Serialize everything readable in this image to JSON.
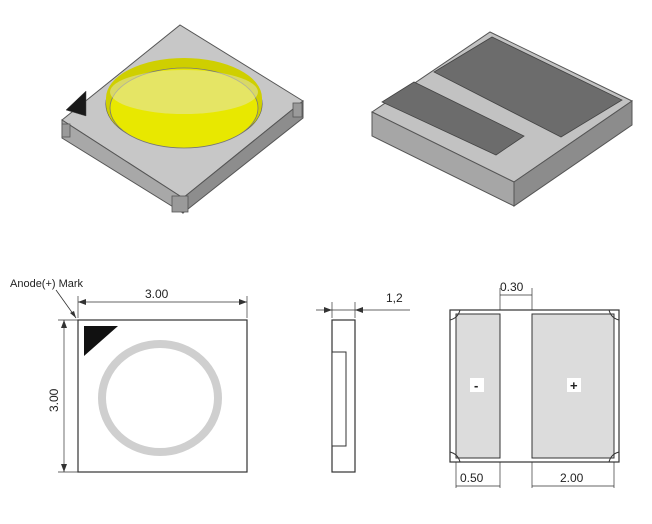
{
  "labels": {
    "anode_mark": "Anode(+) Mark",
    "top_width": "3.00",
    "top_height": "3.00",
    "side_thickness": "1,2",
    "bottom_gap": "0.30",
    "bottom_left_pad": "0.50",
    "bottom_right_pad": "2.00",
    "minus_pad": "-",
    "plus_pad": "+"
  },
  "colors": {
    "body_top": "#bdbdbd",
    "body_left": "#a4a4a4",
    "body_right": "#8f8f8f",
    "lens_yellow": "#e7e600",
    "lens_dark": "#c8c800",
    "pad_dark": "#6a6a6a",
    "pad_fill": "#dcdcdc",
    "ring": "#cfcfcf"
  }
}
